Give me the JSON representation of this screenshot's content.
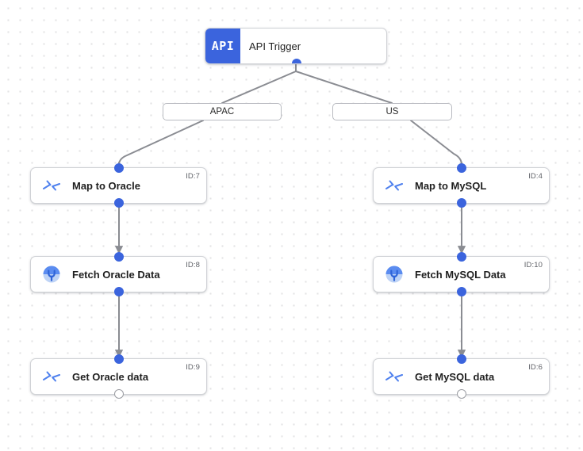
{
  "canvas": {
    "background_color": "#ffffff",
    "grid_dot_color": "#e3e3e5",
    "accent_color": "#3b64dd",
    "edge_color": "#8a8c92"
  },
  "trigger": {
    "badge_text": "API",
    "label": "API Trigger",
    "icon": "api-icon"
  },
  "branches": [
    {
      "label": "APAC"
    },
    {
      "label": "US"
    }
  ],
  "nodes": [
    {
      "label": "Map to Oracle",
      "id_text": "ID:7",
      "icon": "map-arrows-icon",
      "top_port": "filled",
      "bottom_port": "filled"
    },
    {
      "label": "Fetch Oracle Data",
      "id_text": "ID:8",
      "icon": "database-plug-icon",
      "top_port": "filled",
      "bottom_port": "filled"
    },
    {
      "label": "Get Oracle data",
      "id_text": "ID:9",
      "icon": "map-arrows-icon",
      "top_port": "filled",
      "bottom_port": "hollow"
    },
    {
      "label": "Map to MySQL",
      "id_text": "ID:4",
      "icon": "map-arrows-icon",
      "top_port": "filled",
      "bottom_port": "filled"
    },
    {
      "label": "Fetch MySQL Data",
      "id_text": "ID:10",
      "icon": "database-plug-icon",
      "top_port": "filled",
      "bottom_port": "filled"
    },
    {
      "label": "Get MySQL data",
      "id_text": "ID:6",
      "icon": "map-arrows-icon",
      "top_port": "filled",
      "bottom_port": "hollow"
    }
  ]
}
